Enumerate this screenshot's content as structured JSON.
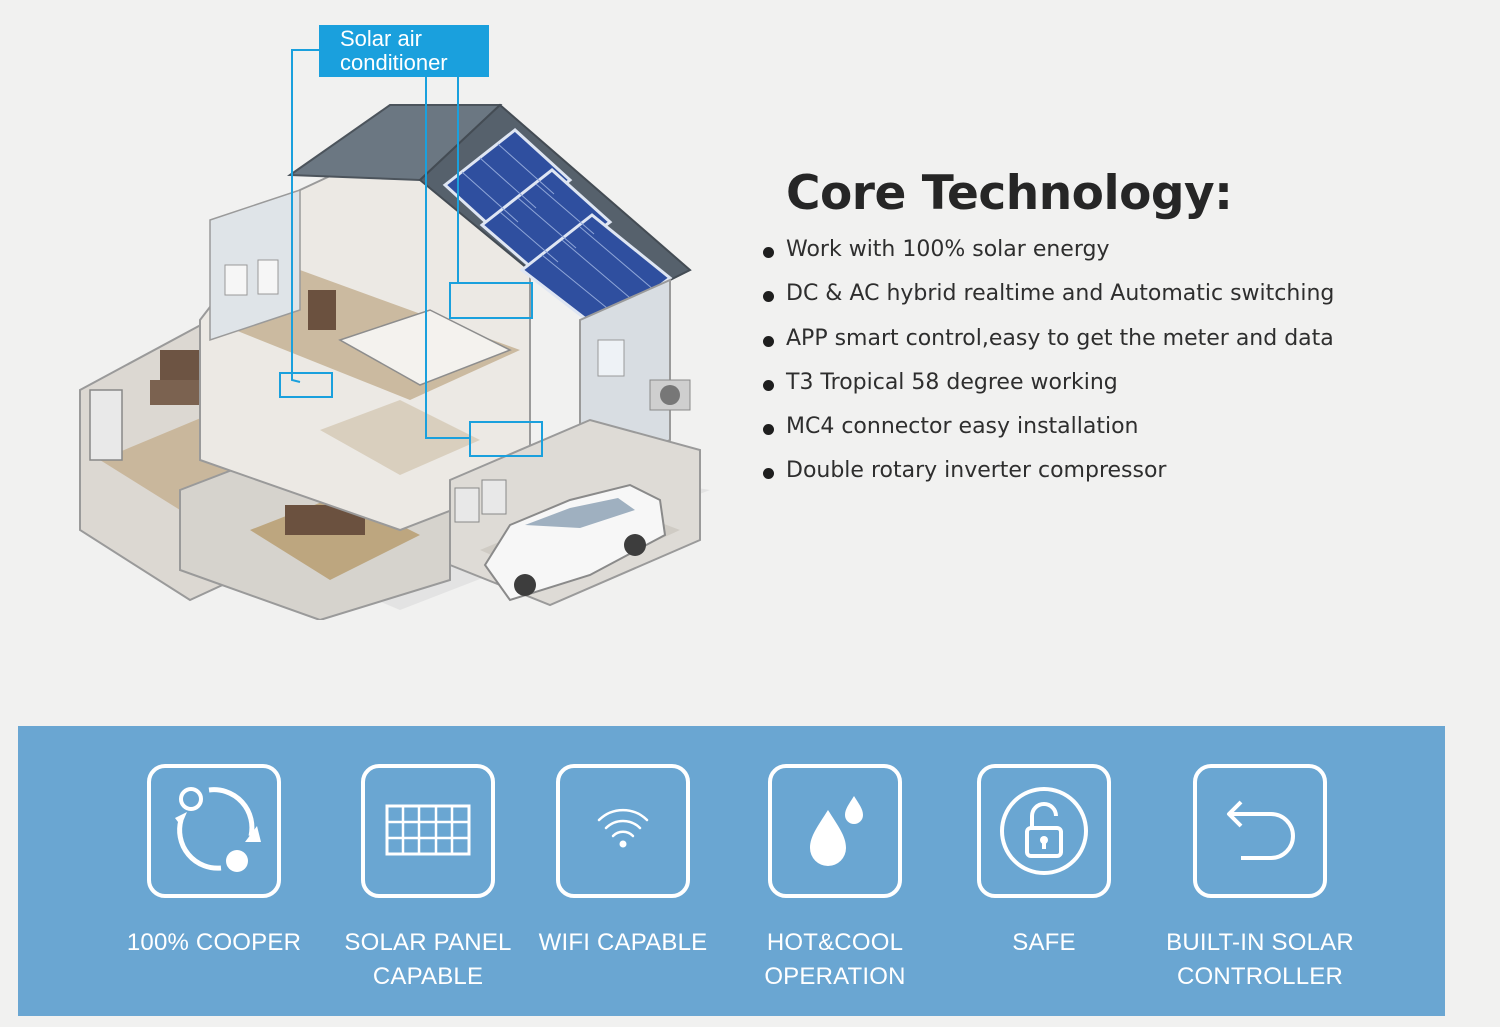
{
  "callout": {
    "line1": "Solar air",
    "line2": "conditioner"
  },
  "core": {
    "title": "Core Technology:",
    "bullets": [
      "Work with 100% solar energy",
      "DC & AC hybrid realtime and Automatic switching",
      "APP smart control,easy to get the meter and data",
      "T3 Tropical 58 degree working",
      "MC4 connector easy installation",
      "Double rotary inverter compressor"
    ]
  },
  "features": [
    {
      "icon": "cycle-icon",
      "line1": "100% COOPER",
      "line2": ""
    },
    {
      "icon": "solar-panel-icon",
      "line1": "SOLAR PANEL",
      "line2": "CAPABLE"
    },
    {
      "icon": "wifi-icon",
      "line1": "WIFI CAPABLE",
      "line2": ""
    },
    {
      "icon": "water-drops-icon",
      "line1": "HOT&COOL",
      "line2": "OPERATION"
    },
    {
      "icon": "padlock-icon",
      "line1": "SAFE",
      "line2": ""
    },
    {
      "icon": "return-arrow-icon",
      "line1": "BUILT-IN SOLAR",
      "line2": "CONTROLLER"
    }
  ],
  "colors": {
    "background": "#f1f1f0",
    "band": "#6aa6d2",
    "callout": "#1aa0dd",
    "roof": "#5e6872",
    "solar_panel": "#2f4f9f"
  }
}
